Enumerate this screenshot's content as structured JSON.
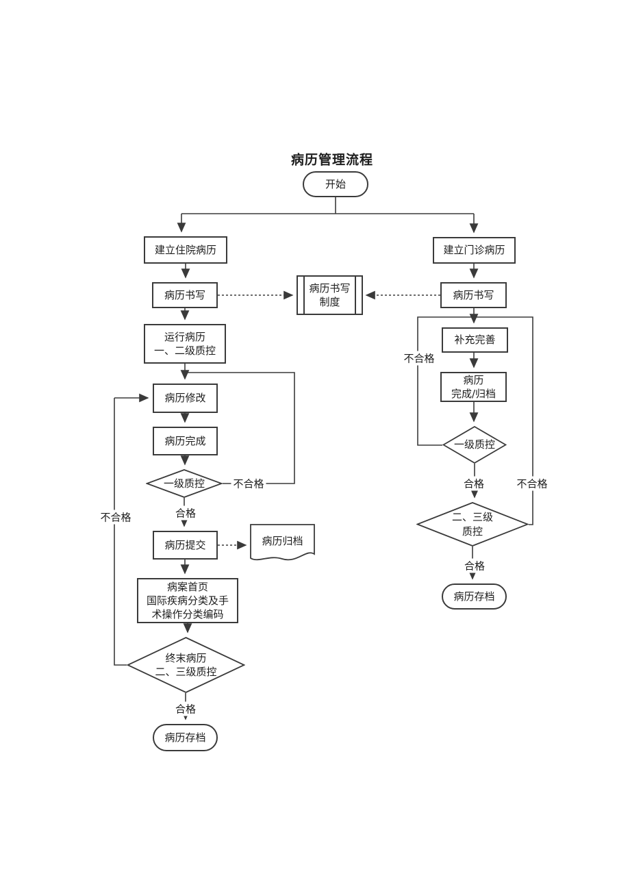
{
  "title": "病历管理流程",
  "nodes": {
    "start": {
      "label": "开始"
    },
    "inpatient": {
      "label": "建立住院病历"
    },
    "outpatient": {
      "label": "建立门诊病历"
    },
    "writing_left": {
      "label": "病历书写"
    },
    "writing_rule": {
      "line1": "病历书写",
      "line2": "制度"
    },
    "writing_right": {
      "label": "病历书写"
    },
    "running": {
      "line1": "运行病历",
      "line2": "一、二级质控"
    },
    "modify": {
      "label": "病历修改"
    },
    "complete_left": {
      "label": "病历完成"
    },
    "qc1_left": {
      "label": "一级质控"
    },
    "submit": {
      "label": "病历提交"
    },
    "archive_doc": {
      "label": "病历归档"
    },
    "front_page": {
      "line1": "病案首页",
      "line2": "国际疾病分类及手",
      "line3": "术操作分类编码"
    },
    "final_qc": {
      "line1": "终末病历",
      "line2": "二、三级质控"
    },
    "store_left": {
      "label": "病历存档"
    },
    "supplement": {
      "label": "补充完善"
    },
    "complete_right": {
      "line1": "病历",
      "line2": "完成/归档"
    },
    "qc1_right": {
      "label": "一级质控"
    },
    "qc23_right": {
      "line1": "二、三级",
      "line2": "质控"
    },
    "store_right": {
      "label": "病历存档"
    }
  },
  "edge_labels": {
    "pass_left_qc1": "合格",
    "fail_left_qc1": "不合格",
    "fail_final_qc": "不合格",
    "pass_final_qc": "合格",
    "fail_right_qc1": "不合格",
    "pass_right_qc1": "合格",
    "fail_right_qc23": "不合格",
    "pass_right_qc23": "合格"
  },
  "colors": {
    "line": "#3a3a3a",
    "text": "#1c1c1c",
    "background": "#ffffff"
  }
}
